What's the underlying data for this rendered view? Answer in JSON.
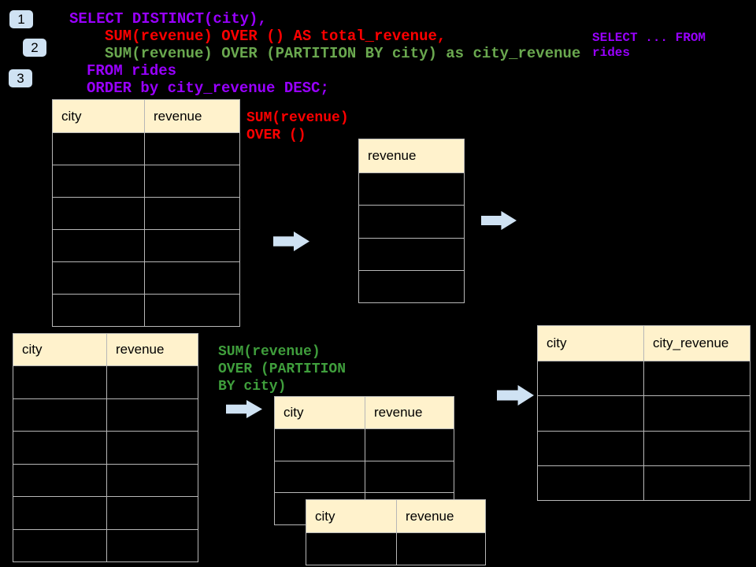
{
  "colors": {
    "purple": "#9900ff",
    "red": "#ff0000",
    "green_light": "#6aa84f",
    "green": "#3f9e3c",
    "header_bg": "#fff2cc",
    "badge_bg": "#cfe2f3",
    "arrow": "#cfe2f3",
    "border": "#b7b7b7"
  },
  "badges": [
    {
      "label": "1"
    },
    {
      "label": "2"
    },
    {
      "label": "3"
    }
  ],
  "code": {
    "lines": [
      {
        "text": "SELECT DISTINCT(city),",
        "color": "purple"
      },
      {
        "text": "SUM(revenue) OVER () AS total_revenue,",
        "color": "red"
      },
      {
        "text": "SUM(revenue) OVER (PARTITION BY city) as city_revenue",
        "color": "green_light"
      },
      {
        "text": "FROM rides",
        "color": "purple"
      },
      {
        "text": "ORDER by city_revenue DESC;",
        "color": "purple"
      }
    ]
  },
  "side_note": {
    "lines": [
      "SELECT ... FROM",
      "rides"
    ],
    "color": "purple"
  },
  "annotations": {
    "total": {
      "lines": [
        "SUM(revenue)",
        "OVER ()"
      ],
      "color": "red"
    },
    "partition": {
      "lines": [
        "SUM(revenue)",
        "OVER (PARTITION",
        "BY city)"
      ],
      "color": "green"
    }
  },
  "tables": {
    "source_top": {
      "columns": [
        "city",
        "revenue"
      ],
      "empty_rows": 6
    },
    "total_result": {
      "columns": [
        "revenue"
      ],
      "empty_rows": 4
    },
    "source_bottom": {
      "columns": [
        "city",
        "revenue"
      ],
      "empty_rows": 6
    },
    "partition_mid": {
      "columns": [
        "city",
        "revenue"
      ],
      "empty_rows": 3
    },
    "partition_overlay": {
      "columns": [
        "city",
        "revenue"
      ],
      "empty_rows": 1
    },
    "final_result": {
      "columns": [
        "city",
        "city_revenue"
      ],
      "empty_rows": 4
    }
  },
  "icons": {
    "arrow": "right-arrow"
  }
}
